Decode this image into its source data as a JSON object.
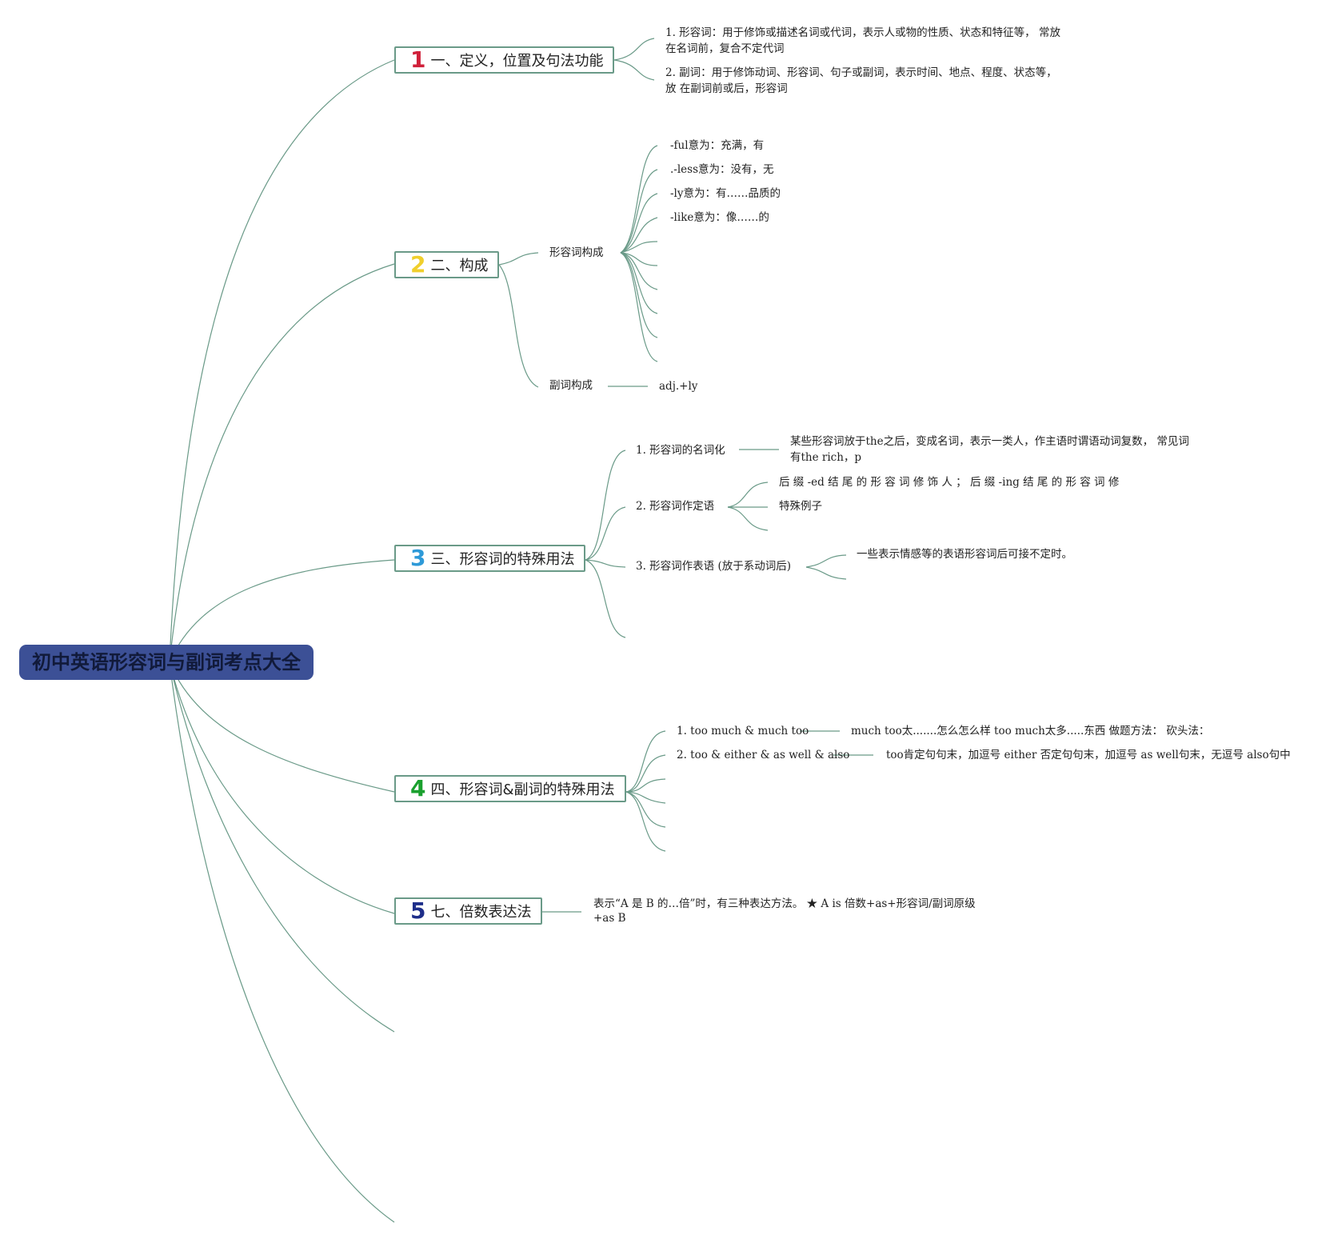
{
  "root": {
    "title": "初中英语形容词与副词考点大全"
  },
  "colors": {
    "root_bg": "#3c5096",
    "edge": "#6a9a88",
    "num1": "#d0203a",
    "num2": "#f0cf2c",
    "num3": "#2e9ad8",
    "num4": "#1aa02e",
    "num5": "#1e2e8a"
  },
  "branches": [
    {
      "num": "1",
      "label": "一、定义，位置及句法功能",
      "children": [
        {
          "text": "1. 形容词：用于修饰或描述名词或代词，表示人或物的性质、状态和特征等， 常放在名词前，复合不定代词"
        },
        {
          "text": "2. 副词：用于修饰动词、形容词、句子或副词，表示时间、地点、程度、状态等，放 在副词前或后，形容词"
        }
      ]
    },
    {
      "num": "2",
      "label": "二、构成",
      "children": [
        {
          "label": "形容词构成",
          "items": [
            "-ful意为：充满，有",
            ".-less意为：没有，无",
            "-ly意为：有……品质的",
            "-like意为：像……的"
          ]
        },
        {
          "label": "副词构成",
          "items": [
            "adj.+ly"
          ]
        }
      ]
    },
    {
      "num": "3",
      "label": "三、形容词的特殊用法",
      "children": [
        {
          "label": "1. 形容词的名词化",
          "items": [
            "某些形容词放于the之后，变成名词，表示一类人，作主语时谓语动词复数， 常见词有the rich，p"
          ]
        },
        {
          "label": "2. 形容词作定语",
          "items": [
            "后 缀 -ed 结 尾 的 形 容 词 修 饰 人 ； 后 缀 -ing 结 尾 的 形 容 词 修",
            "特殊例子"
          ]
        },
        {
          "label": "3. 形容词作表语 (放于系动词后)",
          "items": [
            "一些表示情感等的表语形容词后可接不定时。"
          ]
        }
      ]
    },
    {
      "num": "4",
      "label": "四、形容词&副词的特殊用法",
      "children": [
        {
          "label": "1. too much & much too",
          "items": [
            "much too太.......怎么怎么样 too much太多.....东西 做题方法： 砍头法："
          ]
        },
        {
          "label": "2. too & either & as well & also",
          "items": [
            "too肯定句句末，加逗号 either 否定句句末，加逗号 as well句末，无逗号 also句中"
          ]
        }
      ]
    },
    {
      "num": "5",
      "label": "七、倍数表达法",
      "children": [
        {
          "text": "表示“A 是 B 的…倍”时，有三种表达方法。 ★ A is 倍数+as+形容词/副词原级+as B"
        }
      ]
    }
  ]
}
